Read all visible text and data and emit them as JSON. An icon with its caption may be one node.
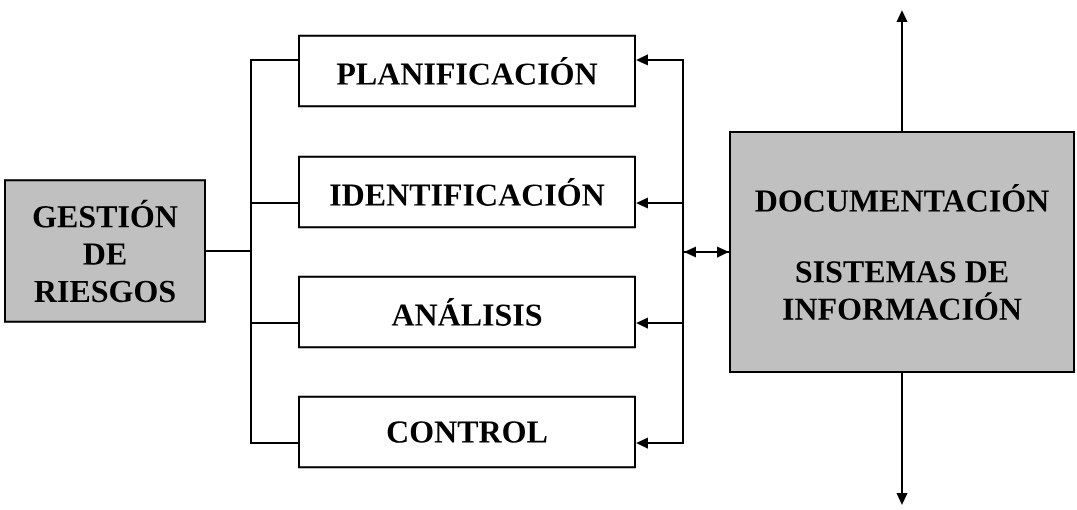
{
  "diagram": {
    "nodes": [
      {
        "text": [
          "GESTIÓN DE RIESGOS"
        ]
      },
      {
        "text": [
          "PLANIFICACIÓN"
        ]
      },
      {
        "text": [
          "IDENTIFICACIÓN"
        ]
      },
      {
        "text": [
          "ANÁLISIS"
        ]
      },
      {
        "text": [
          "CONTROL"
        ]
      },
      {
        "text": [
          "DOCUMENTACIÓN",
          "SISTEMAS DE INFORMACIÓN"
        ]
      }
    ],
    "edges": [
      {
        "from": 0,
        "to": 1,
        "arrow": "none"
      },
      {
        "from": 0,
        "to": 2,
        "arrow": "none"
      },
      {
        "from": 0,
        "to": 3,
        "arrow": "none"
      },
      {
        "from": 0,
        "to": 4,
        "arrow": "none"
      },
      {
        "from": 5,
        "to": 1,
        "arrow": "both"
      },
      {
        "from": 5,
        "to": 2,
        "arrow": "to"
      },
      {
        "from": 5,
        "to": 3,
        "arrow": "to"
      },
      {
        "from": 5,
        "to": 4,
        "arrow": "to"
      },
      {
        "from": 5,
        "to": null,
        "arrow": "to"
      },
      {
        "from": 5,
        "to": null,
        "arrow": "to"
      }
    ]
  }
}
